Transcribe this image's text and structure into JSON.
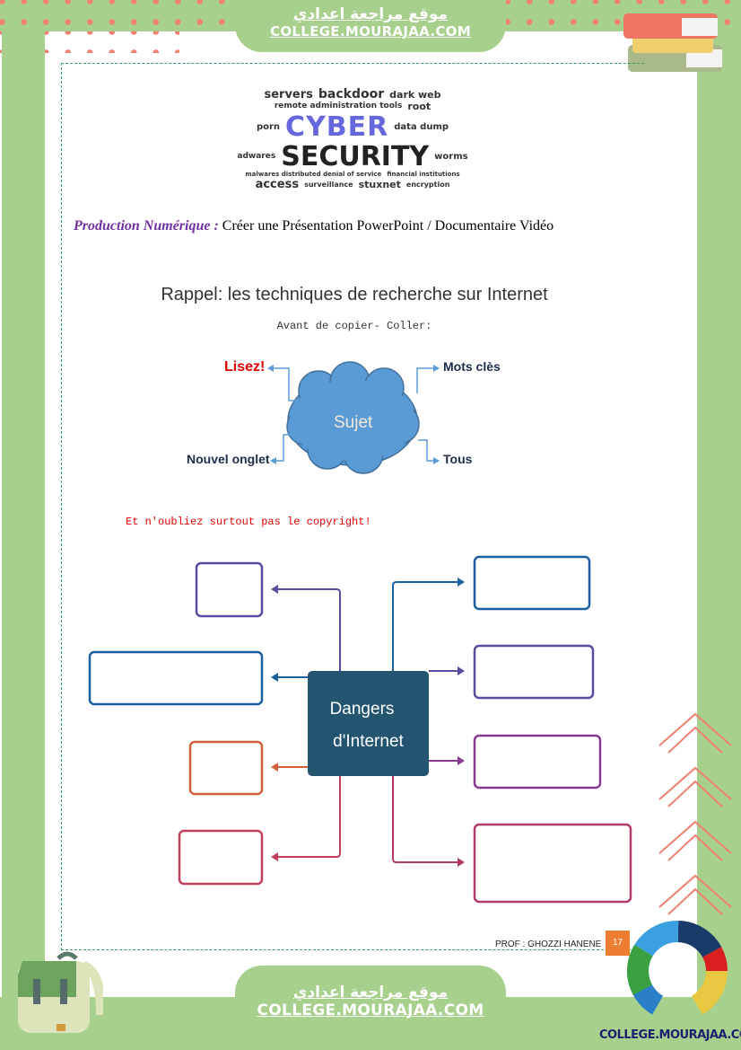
{
  "header": {
    "arabic": "موقع مراجعة اعدادي",
    "url": "COLLEGE.MOURAJAA.COM"
  },
  "footer": {
    "arabic": "موقع مراجعة اعدادي",
    "url": "COLLEGE.MOURAJAA.COM",
    "logo_url": "COLLEGE.MOURAJAA.COM",
    "prof": "PROF : GHOZZI HANENE",
    "page_number": "17"
  },
  "wordcloud": {
    "big1": "CYBER",
    "big2": "SECURITY",
    "words": [
      "servers",
      "backdoor",
      "remote administration tools",
      "dark web",
      "root",
      "data dump",
      "access",
      "stuxnet",
      "encryption",
      "worms",
      "malwares distributed denial of service",
      "surveillance",
      "porn",
      "adwares",
      "financial institutions"
    ]
  },
  "production": {
    "label": "Production Numérique :",
    "text": " Créer une Présentation PowerPoint / Documentaire Vidéo"
  },
  "rappel": {
    "title": "Rappel: les techniques de recherche sur Internet",
    "subtitle": "Avant de copier- Coller:",
    "center": "Sujet",
    "items": [
      "Lisez!",
      "Mots clès",
      "Nouvel onglet",
      "Tous"
    ]
  },
  "copyright": "Et n'oubliez surtout pas le copyright!",
  "mindmap": {
    "center_line1": "Dangers",
    "center_line2": "d'Internet",
    "center_color": "#245570"
  }
}
